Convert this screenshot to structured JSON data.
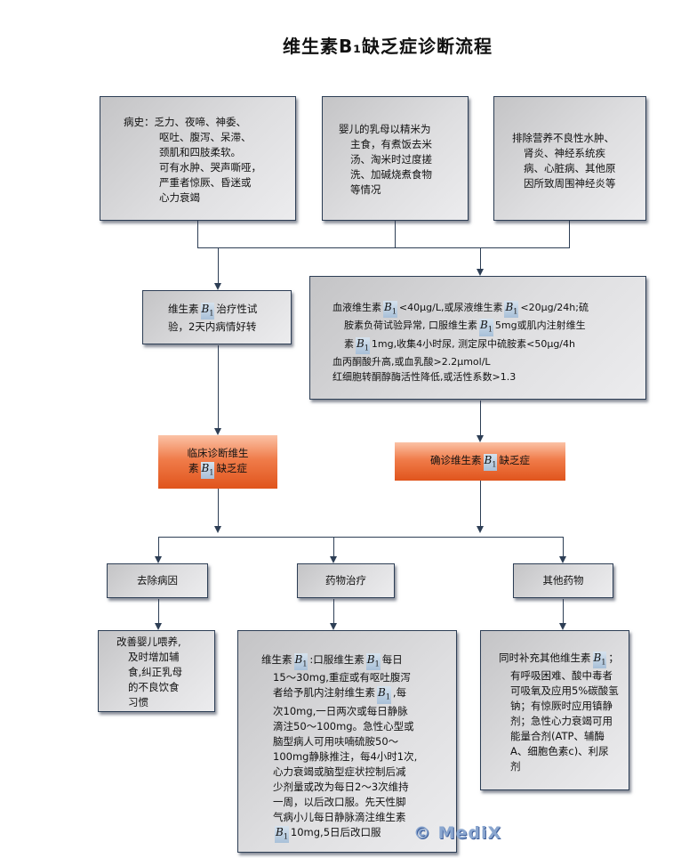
{
  "title": "维生素B₁缺乏症诊断流程",
  "symbol": {
    "letter": "B",
    "sub": "1"
  },
  "history": {
    "lines": [
      "病史：乏力、夜啼、神委、",
      "呕吐、腹泻、呆滞、",
      "颈肌和四肢柔软。",
      "可有水肿、哭声嘶哑，",
      "严重者惊厥、昏迷或",
      "心力衰竭"
    ]
  },
  "diet": {
    "lines": [
      "婴儿的乳母以精米为",
      "主食，有煮饭去米",
      "汤、淘米时过度搓",
      "洗、加碱烧煮食物",
      "等情况"
    ]
  },
  "exclude": {
    "lines": [
      "排除营养不良性水肿、",
      "肾炎、神经系统疾",
      "病、心脏病、其他原",
      "因所致周围神经炎等"
    ]
  },
  "trial": {
    "p1": "维生素",
    "p2": "治疗性试",
    "p3": "验，2天内病情好转"
  },
  "lab": {
    "l1a": "血液维生素",
    "l1b": "<40μg/L,或尿液维生素",
    "l1c": "<20μg/24h;硫",
    "l2a": "胺素负荷试验异常, 口服维生素",
    "l2b": "5mg或肌内注射维生",
    "l3a": "素",
    "l3b": "1mg,收集4小时尿, 测定尿中硫胺素<50μg/4h",
    "l4": "血丙酮酸升高,或血乳酸>2.2μmol/L",
    "l5": "红细胞转酮醇酶活性降低,或活性系数>1.3"
  },
  "clinical": {
    "p1": "临床诊断维生",
    "p2": "素",
    "p3": "缺乏症"
  },
  "confirmed": {
    "p1": "确诊维生素",
    "p2": "缺乏症"
  },
  "treatments": [
    {
      "label": "去除病因"
    },
    {
      "label": "药物治疗"
    },
    {
      "label": "其他药物"
    }
  ],
  "cause_detail": {
    "lines": [
      "改善婴儿喂养,",
      "及时增加辅",
      "食,纠正乳母",
      "的不良饮食",
      "习惯"
    ]
  },
  "drug_detail": {
    "a1": "维生素",
    "a2": ":口服维生素",
    "a3": "每日",
    "b": "15～30mg,重症或有呕吐腹泻",
    "c1": "者给予肌内注射维生素",
    "c2": ",每",
    "lines": [
      "次10mg,一日两次或每日静脉",
      "滴注50～100mg。急性心型或",
      "脑型病人可用呋喃硫胺50～",
      "100mg静脉推注，每4小时1次,",
      "心力衰竭或脑型症状控制后减",
      "少剂量或改为每日2～3次维持",
      "一周，以后改口服。先天性脚",
      "气病小儿每日静脉滴注维生素"
    ],
    "z": "10mg,5日后改口服"
  },
  "other_detail": {
    "a1": "同时补充其他维生素",
    "a2": "；",
    "lines": [
      "有呼吸困难、酸中毒者",
      "可吸氧及应用5%碳酸氢",
      "钠；有惊厥时应用镇静",
      "剂；急性心力衰竭可用",
      "能量合剂(ATP、辅酶",
      "A、细胞色素c)、利尿",
      "剂"
    ]
  },
  "watermark": "© MediX"
}
